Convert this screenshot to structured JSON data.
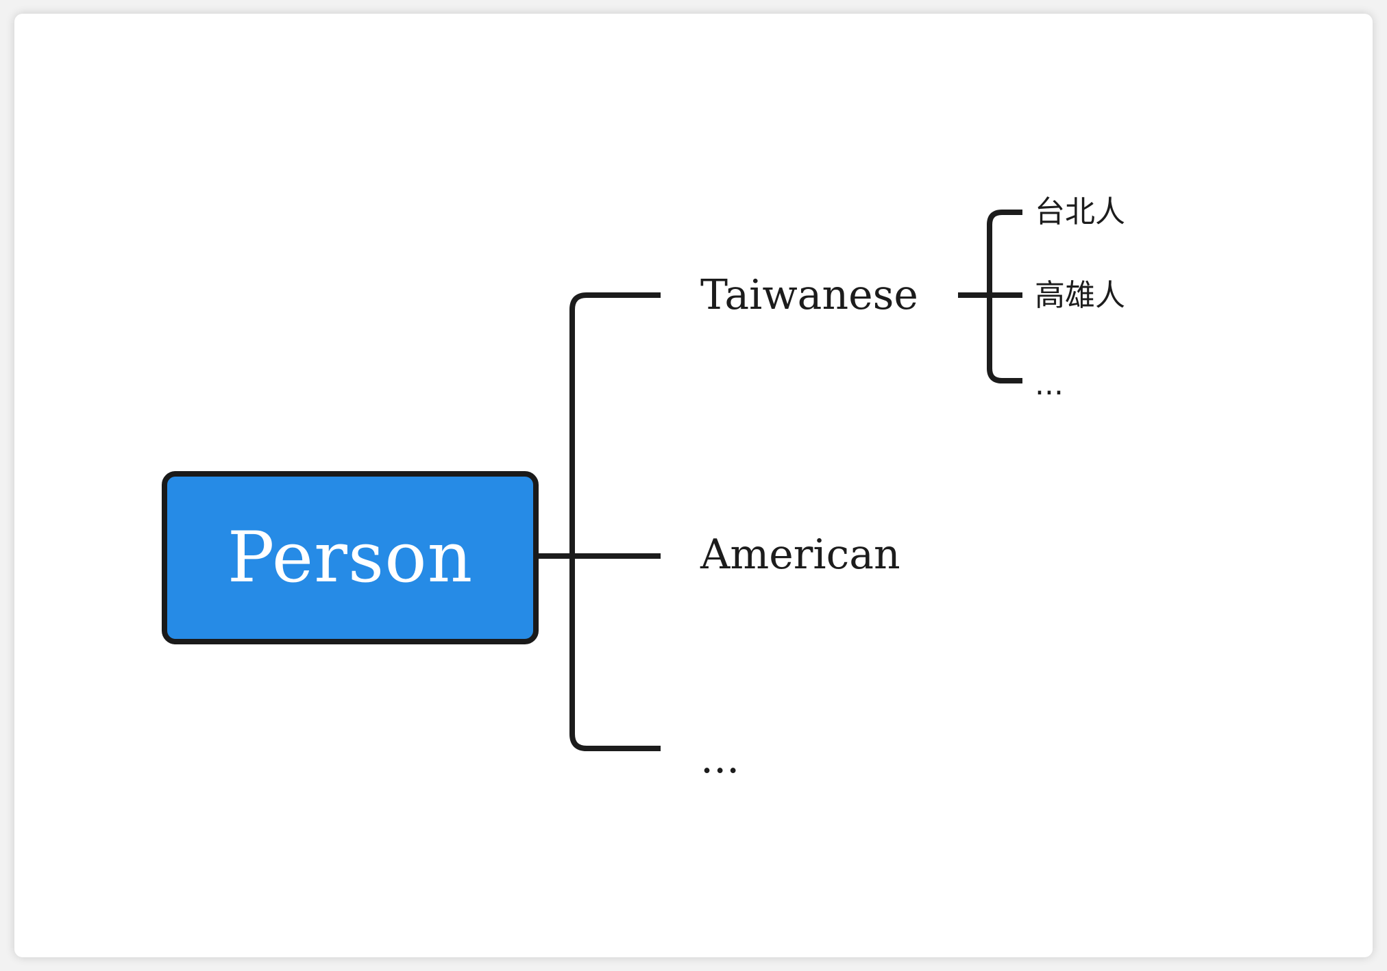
{
  "root": {
    "label": "Person",
    "color": "#268be6"
  },
  "branches": [
    {
      "label": "Taiwanese",
      "children": [
        {
          "label": "台北人"
        },
        {
          "label": "高雄人"
        },
        {
          "label": "..."
        }
      ]
    },
    {
      "label": "American"
    },
    {
      "label": "..."
    }
  ]
}
